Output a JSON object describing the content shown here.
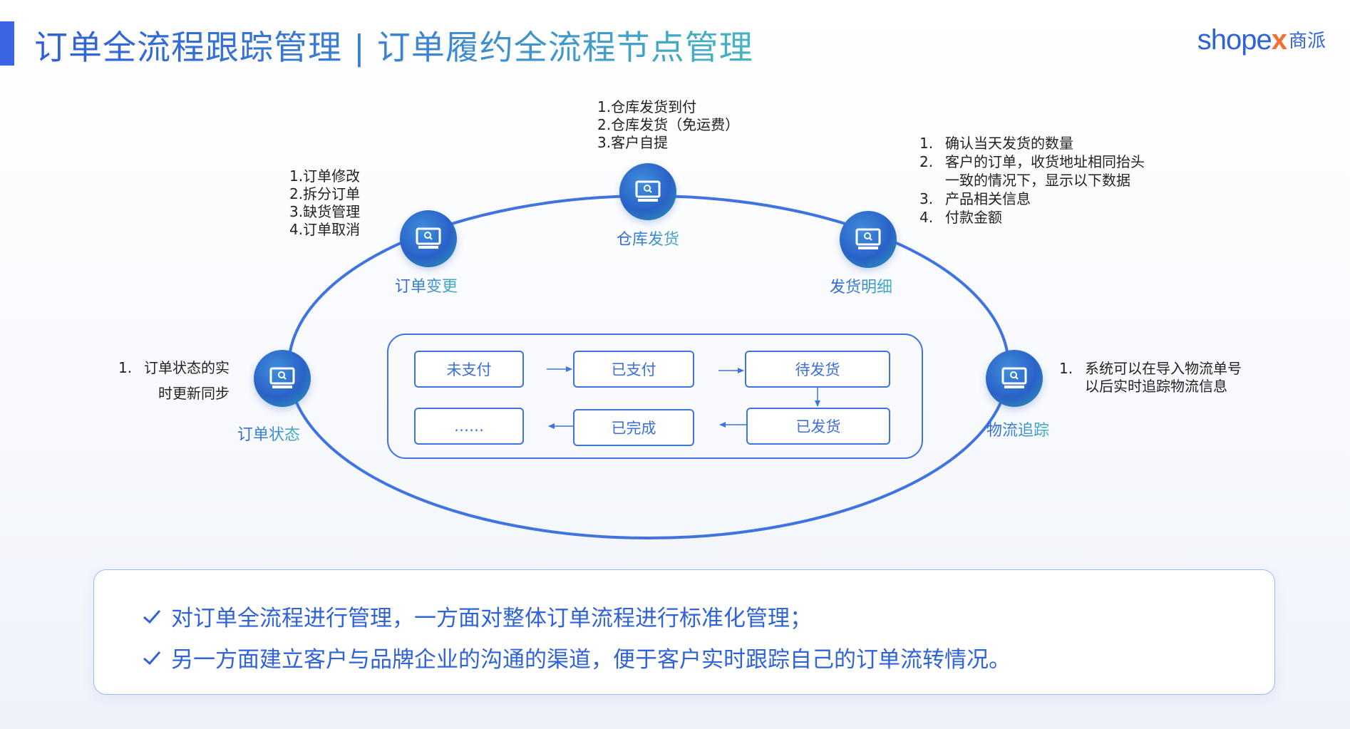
{
  "header": {
    "title": "订单全流程跟踪管理 | 订单履约全流程节点管理",
    "logo": {
      "main": "shope",
      "accent": "x",
      "cn": "商派"
    }
  },
  "colors": {
    "accent": "#3a66e6",
    "teal": "#43b0c4",
    "logo_orange": "#f36f32"
  },
  "nodes": {
    "order_change": {
      "label": "订单变更",
      "icon": "monitor-icon"
    },
    "warehouse": {
      "label": "仓库发货",
      "icon": "monitor-icon"
    },
    "ship_detail": {
      "label": "发货明细",
      "icon": "monitor-icon"
    },
    "logistics": {
      "label": "物流追踪",
      "icon": "monitor-icon"
    },
    "order_status": {
      "label": "订单状态",
      "icon": "monitor-icon"
    }
  },
  "notes": {
    "order_change": [
      "1.订单修改",
      "2.拆分订单",
      "3.缺货管理",
      "4.订单取消"
    ],
    "warehouse": [
      "1.仓库发货到付",
      "2.仓库发货（免运费）",
      "3.客户自提"
    ],
    "ship_detail": [
      {
        "num": "1.",
        "text": "确认当天发货的数量"
      },
      {
        "num": "2.",
        "text": "客户的订单，收货地址相同抬头"
      },
      {
        "num": "",
        "text": "一致的情况下，显示以下数据"
      },
      {
        "num": "3.",
        "text": "产品相关信息"
      },
      {
        "num": "4.",
        "text": "付款金额"
      }
    ],
    "logistics": {
      "num": "1.",
      "line1": "系统可以在导入物流单号",
      "line2": "以后实时追踪物流信息"
    },
    "order_status": {
      "num": "1.",
      "line1": "订单状态的实",
      "line2": "时更新同步"
    }
  },
  "flow": {
    "unpaid": "未支付",
    "paid": "已支付",
    "to_ship": "待发货",
    "shipped": "已发货",
    "completed": "已完成",
    "more": "……"
  },
  "summary": [
    "对订单全流程进行管理，一方面对整体订单流程进行标准化管理；",
    "另一方面建立客户与品牌企业的沟通的渠道，便于客户实时跟踪自己的订单流转情况。"
  ]
}
